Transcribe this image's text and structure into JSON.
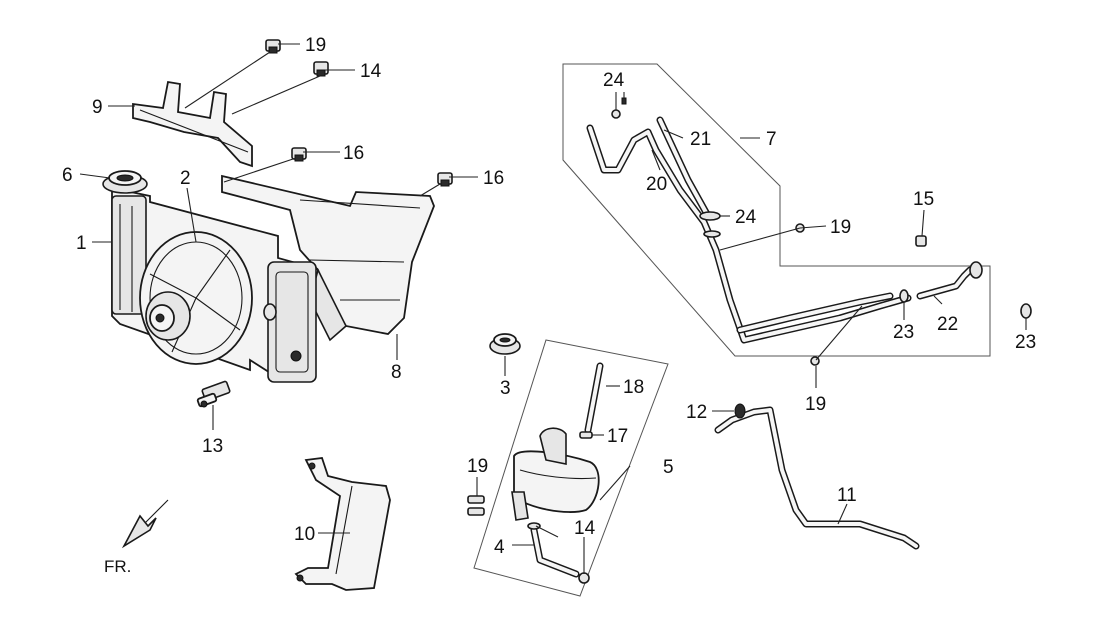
{
  "direction_label": "FR.",
  "callouts": {
    "p1": "1",
    "p2": "2",
    "p3": "3",
    "p4": "4",
    "p5": "5",
    "p6": "6",
    "p7": "7",
    "p8": "8",
    "p9": "9",
    "p10": "10",
    "p11": "11",
    "p12": "12",
    "p13": "13",
    "p14a": "14",
    "p14b": "14",
    "p15": "15",
    "p16a": "16",
    "p16b": "16",
    "p17": "17",
    "p18": "18",
    "p19a": "19",
    "p19b": "19",
    "p19c": "19",
    "p19d": "19",
    "p20": "20",
    "p21": "21",
    "p22": "22",
    "p23a": "23",
    "p23b": "23",
    "p24a": "24",
    "p24b": "24"
  }
}
